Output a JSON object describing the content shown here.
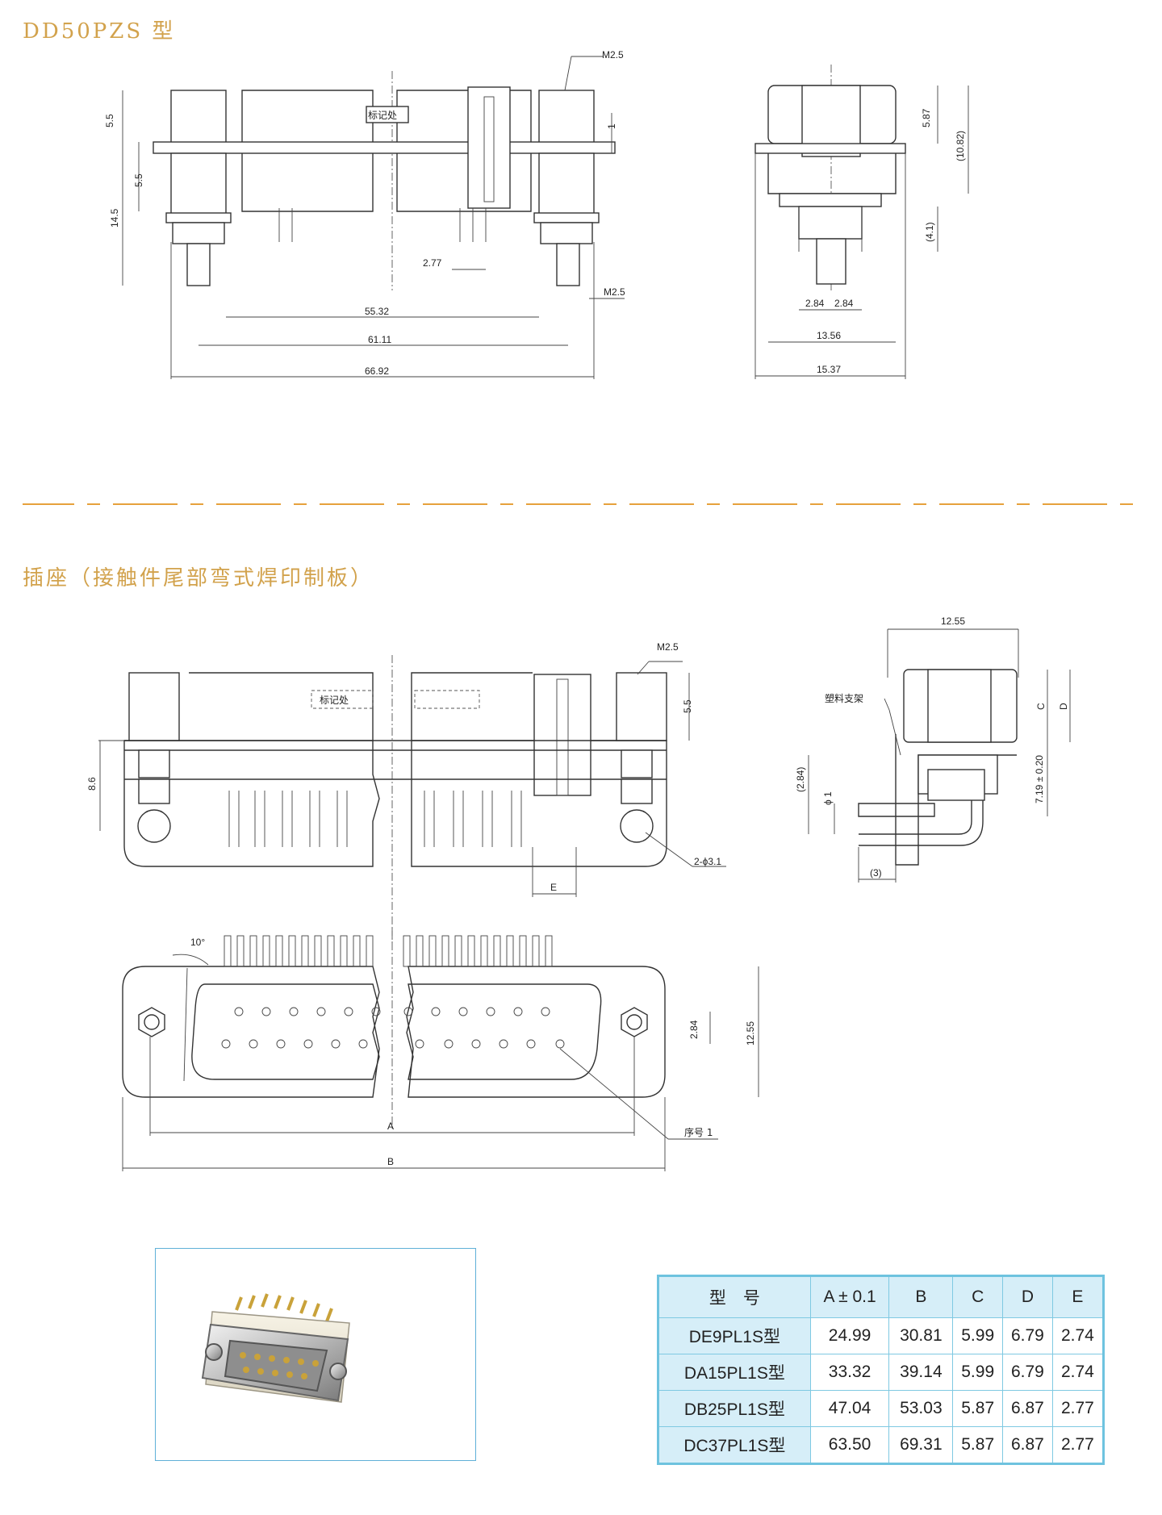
{
  "titles": {
    "section1": "DD50PZS 型",
    "section2": "插座（接触件尾部弯式焊印制板）"
  },
  "drawing1": {
    "thread_top": "M2.5",
    "thread_bottom": "M2.5",
    "marking": "标记处",
    "dims_front": [
      "5.5",
      "5.5",
      "14.5",
      "1",
      "2.77",
      "55.32",
      "61.11",
      "66.92"
    ],
    "dims_side": [
      "5.87",
      "(10.82)",
      "(4.1)",
      "2.84",
      "2.84",
      "13.56",
      "15.37"
    ]
  },
  "drawing2": {
    "thread": "M2.5",
    "marking": "标记处",
    "dim_55": "5.5",
    "dim_86": "8.6",
    "holes": "2-ϕ3.1",
    "label_E": "E",
    "angle": "10°",
    "dim_284": "2.84",
    "dim_1255": "12.55",
    "label_A": "A",
    "label_B": "B",
    "pin1": "序号 1",
    "side_width": "12.55",
    "bracket": "塑料支架",
    "label_C": "C",
    "label_D": "D",
    "dim_719": "7.19 ± 0.20",
    "dim_284p": "(2.84)",
    "dim_phi1": "ϕ 1",
    "dim_3": "(3)"
  },
  "table": {
    "headers": [
      "型　号",
      "A ± 0.1",
      "B",
      "C",
      "D",
      "E"
    ],
    "rows": [
      [
        "DE9PL1S型",
        "24.99",
        "30.81",
        "5.99",
        "6.79",
        "2.74"
      ],
      [
        "DA15PL1S型",
        "33.32",
        "39.14",
        "5.99",
        "6.79",
        "2.74"
      ],
      [
        "DB25PL1S型",
        "47.04",
        "53.03",
        "5.87",
        "6.87",
        "2.77"
      ],
      [
        "DC37PL1S型",
        "63.50",
        "69.31",
        "5.87",
        "6.87",
        "2.77"
      ]
    ]
  },
  "colors": {
    "title": "#d2a24c",
    "separator": "#e6a13c",
    "table_border": "#6ec3df",
    "table_header": "#d6eef8"
  }
}
